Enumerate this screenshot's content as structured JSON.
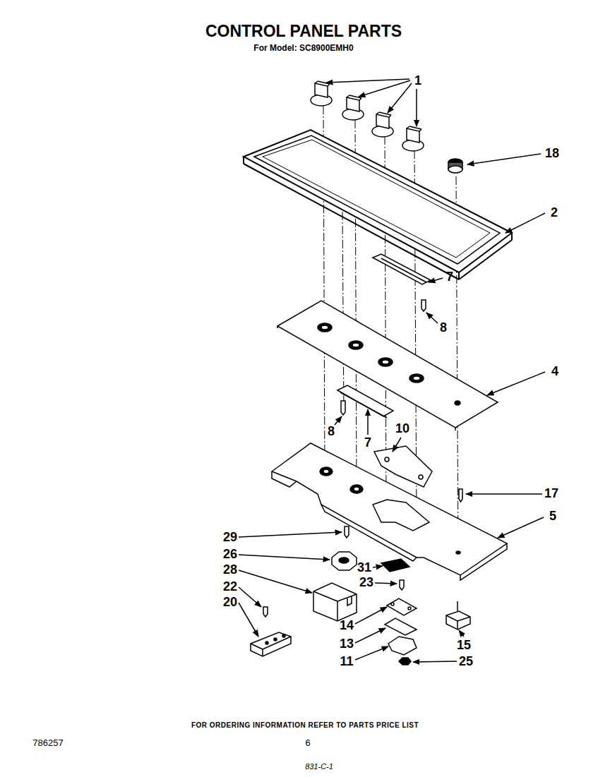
{
  "diagram": {
    "title": "CONTROL PANEL PARTS",
    "labels": [
      "For Model: SC8900EMH0",
      "1",
      "18",
      "2",
      "7",
      "8",
      "4",
      "8",
      "7",
      "10",
      "17",
      "29",
      "5",
      "26",
      "31",
      "28",
      "23",
      "22",
      "20",
      "14",
      "15",
      "13",
      "11",
      "25",
      "FOR ORDERING INFORMATION REFER TO PARTS PRICE LIST",
      "786257",
      "6",
      "831-C-1"
    ]
  }
}
